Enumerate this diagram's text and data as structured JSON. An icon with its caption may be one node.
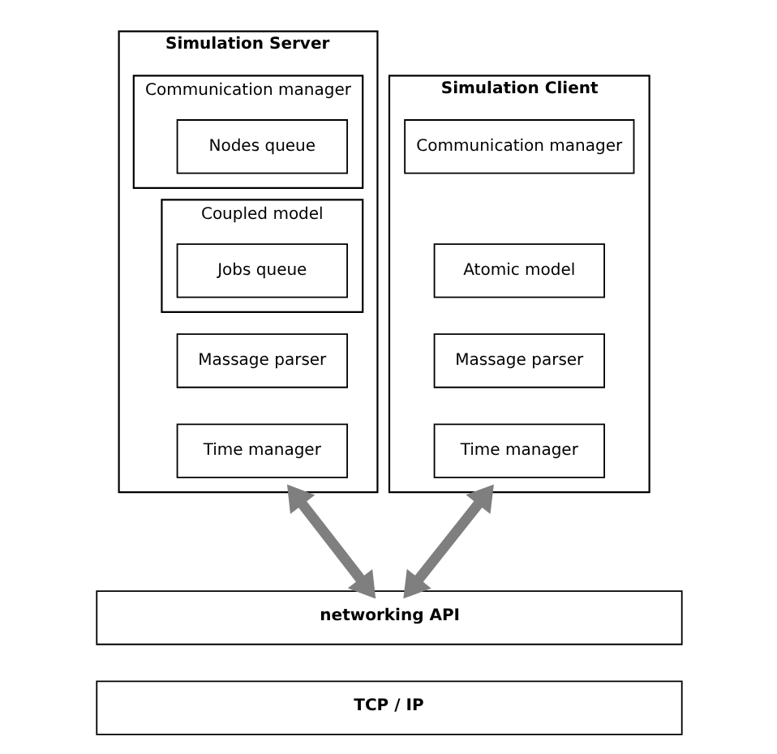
{
  "diagram": {
    "nodes": [
      {
        "text": [
          "Simulation Server"
        ]
      },
      {
        "text": [
          "Communication manager"
        ],
        "in": 0
      },
      {
        "text": [
          "Nodes queue"
        ],
        "in": 1
      },
      {
        "text": [
          "Coupled model"
        ],
        "in": 0
      },
      {
        "text": [
          "Jobs queue"
        ],
        "in": 3
      },
      {
        "text": [
          "Massage parser"
        ],
        "in": 0
      },
      {
        "text": [
          "Time manager"
        ],
        "in": 0
      },
      {
        "text": [
          "Simulation Client"
        ]
      },
      {
        "text": [
          "Communication manager"
        ],
        "in": 7
      },
      {
        "text": [
          "Atomic model"
        ],
        "in": 7
      },
      {
        "text": [
          "Massage parser"
        ],
        "in": 7
      },
      {
        "text": [
          "Time manager"
        ],
        "in": 7
      },
      {
        "text": [
          "networking API"
        ]
      },
      {
        "text": [
          "TCP / IP"
        ]
      }
    ],
    "edges": [
      {
        "from": 0,
        "to": 12,
        "arrow": "both"
      },
      {
        "from": 7,
        "to": 12,
        "arrow": "both"
      }
    ]
  }
}
